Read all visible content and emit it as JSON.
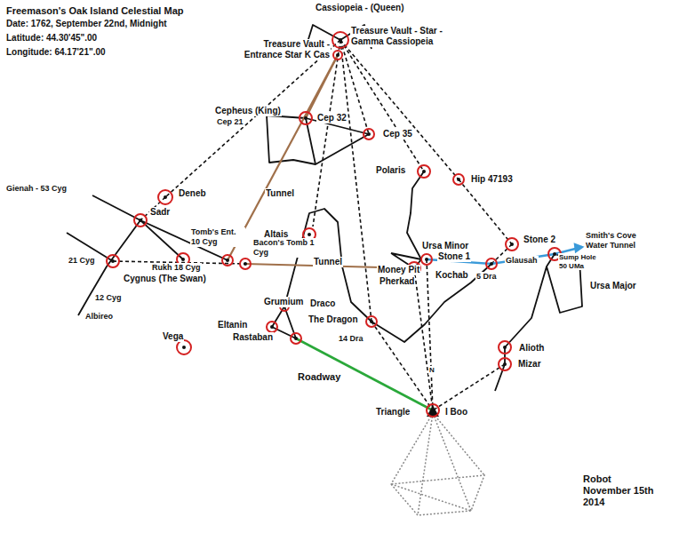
{
  "diagram": {
    "title": "Freemason's Oak Island Celestial Map",
    "labels": [
      "Date: 1762, September 22nd, Midnight",
      "Latitude: 44.30'45\".00",
      "Longitude: 64.17'21\".00",
      "Cassiopeia - (Queen)",
      "Treasure Vault - Entrance Star K Cas",
      "Treasure Vault - Star - Gamma Cassiopeia",
      "Cepheus (King)",
      "Cep 21",
      "Cep 32",
      "Cep 35",
      "Polaris",
      "Hip 47193",
      "Deneb",
      "Gienah - 53 Cyg",
      "Sadr",
      "Tomb's Ent. 10 Cyg",
      "Tunnel",
      "Altais",
      "Bacon's Tomb 1 Cyg",
      "Tunnel",
      "21 Cyg",
      "Rukh 18 Cyg",
      "Cygnus (The Swan)",
      "12 Cyg",
      "Albireo",
      "Ursa Minor",
      "Stone 1",
      "Money Pit",
      "Pherkad",
      "Kochab",
      "Stone 2",
      "Smith's Cove Water Tunnel",
      "Glausah",
      "Sump Hole 50 UMa",
      "5 Dra",
      "Ursa Major",
      "Grumium",
      "Draco",
      "The Dragon",
      "Eltanin",
      "Rastaban",
      "14 Dra",
      "Vega",
      "Alioth",
      "Mizar",
      "Roadway",
      "N",
      "Triangle",
      "I Boo",
      "Robot November 15th 2014"
    ]
  }
}
